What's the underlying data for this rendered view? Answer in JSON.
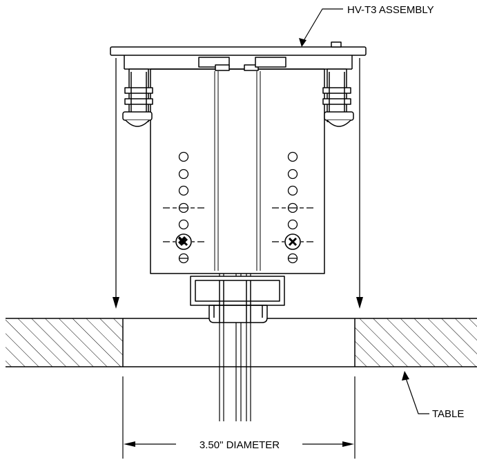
{
  "labels": {
    "assembly": "HV-T3 ASSEMBLY",
    "table": "TABLE",
    "dimension": "3.50\" DIAMETER"
  }
}
